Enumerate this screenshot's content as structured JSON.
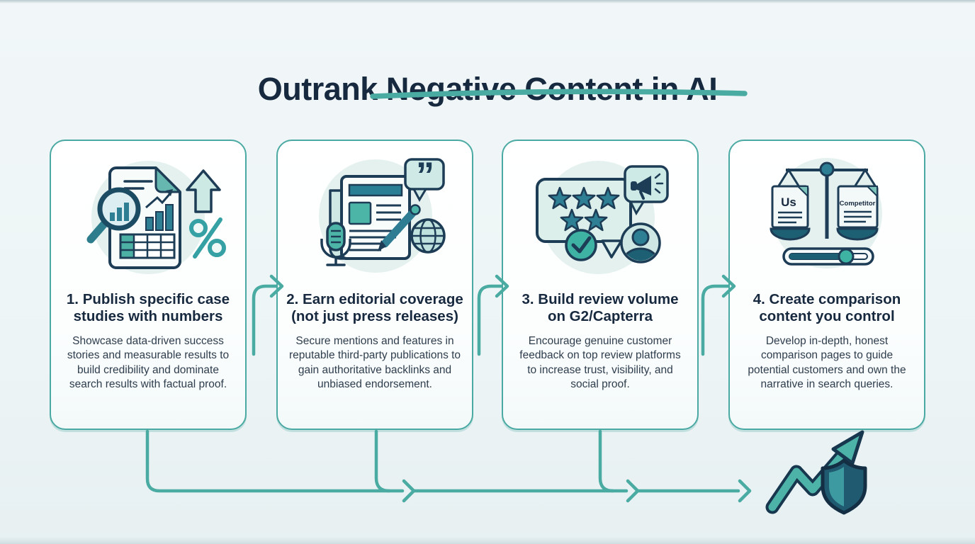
{
  "header": {
    "title": "Outrank Negative Content in AI"
  },
  "steps": [
    {
      "title": "1. Publish specific case studies with numbers",
      "description": "Showcase data-driven success stories and measurable results to build credibility and dominate search results with factual proof.",
      "icon": "case-study-magnifier-chart-icon"
    },
    {
      "title": "2. Earn editorial coverage (not just press releases)",
      "description": "Secure mentions and features in reputable third-party publications to gain authoritative backlinks and unbiased endorsement.",
      "icon": "newspaper-press-pen-icon"
    },
    {
      "title": "3. Build review volume on G2/Capterra",
      "description": "Encourage genuine customer feedback on top review platforms to increase trust, visibility, and social proof.",
      "icon": "review-stars-bubble-icon"
    },
    {
      "title": "4. Create comparison content you control",
      "description": "Develop in-depth, honest comparison pages to guide potential customers and own the narrative in search queries.",
      "icon": "comparison-balance-scale-icon",
      "scale_labels": {
        "left": "Us",
        "right": "Competitor"
      }
    }
  ],
  "flow": {
    "connector_style": "elbow-arrows",
    "end_icons": [
      "growth-arrow-icon",
      "shield-icon"
    ]
  },
  "colors": {
    "navy": "#17293f",
    "outline_navy": "#1d3c55",
    "teal_line": "#49aba1",
    "teal_fill": "#4db3a8",
    "mid_teal": "#2e7f94",
    "dark_teal": "#1d5f73",
    "light_teal": "#cfe9e5",
    "pale_circle": "#e4f1ef",
    "background": "#eef5f6"
  }
}
